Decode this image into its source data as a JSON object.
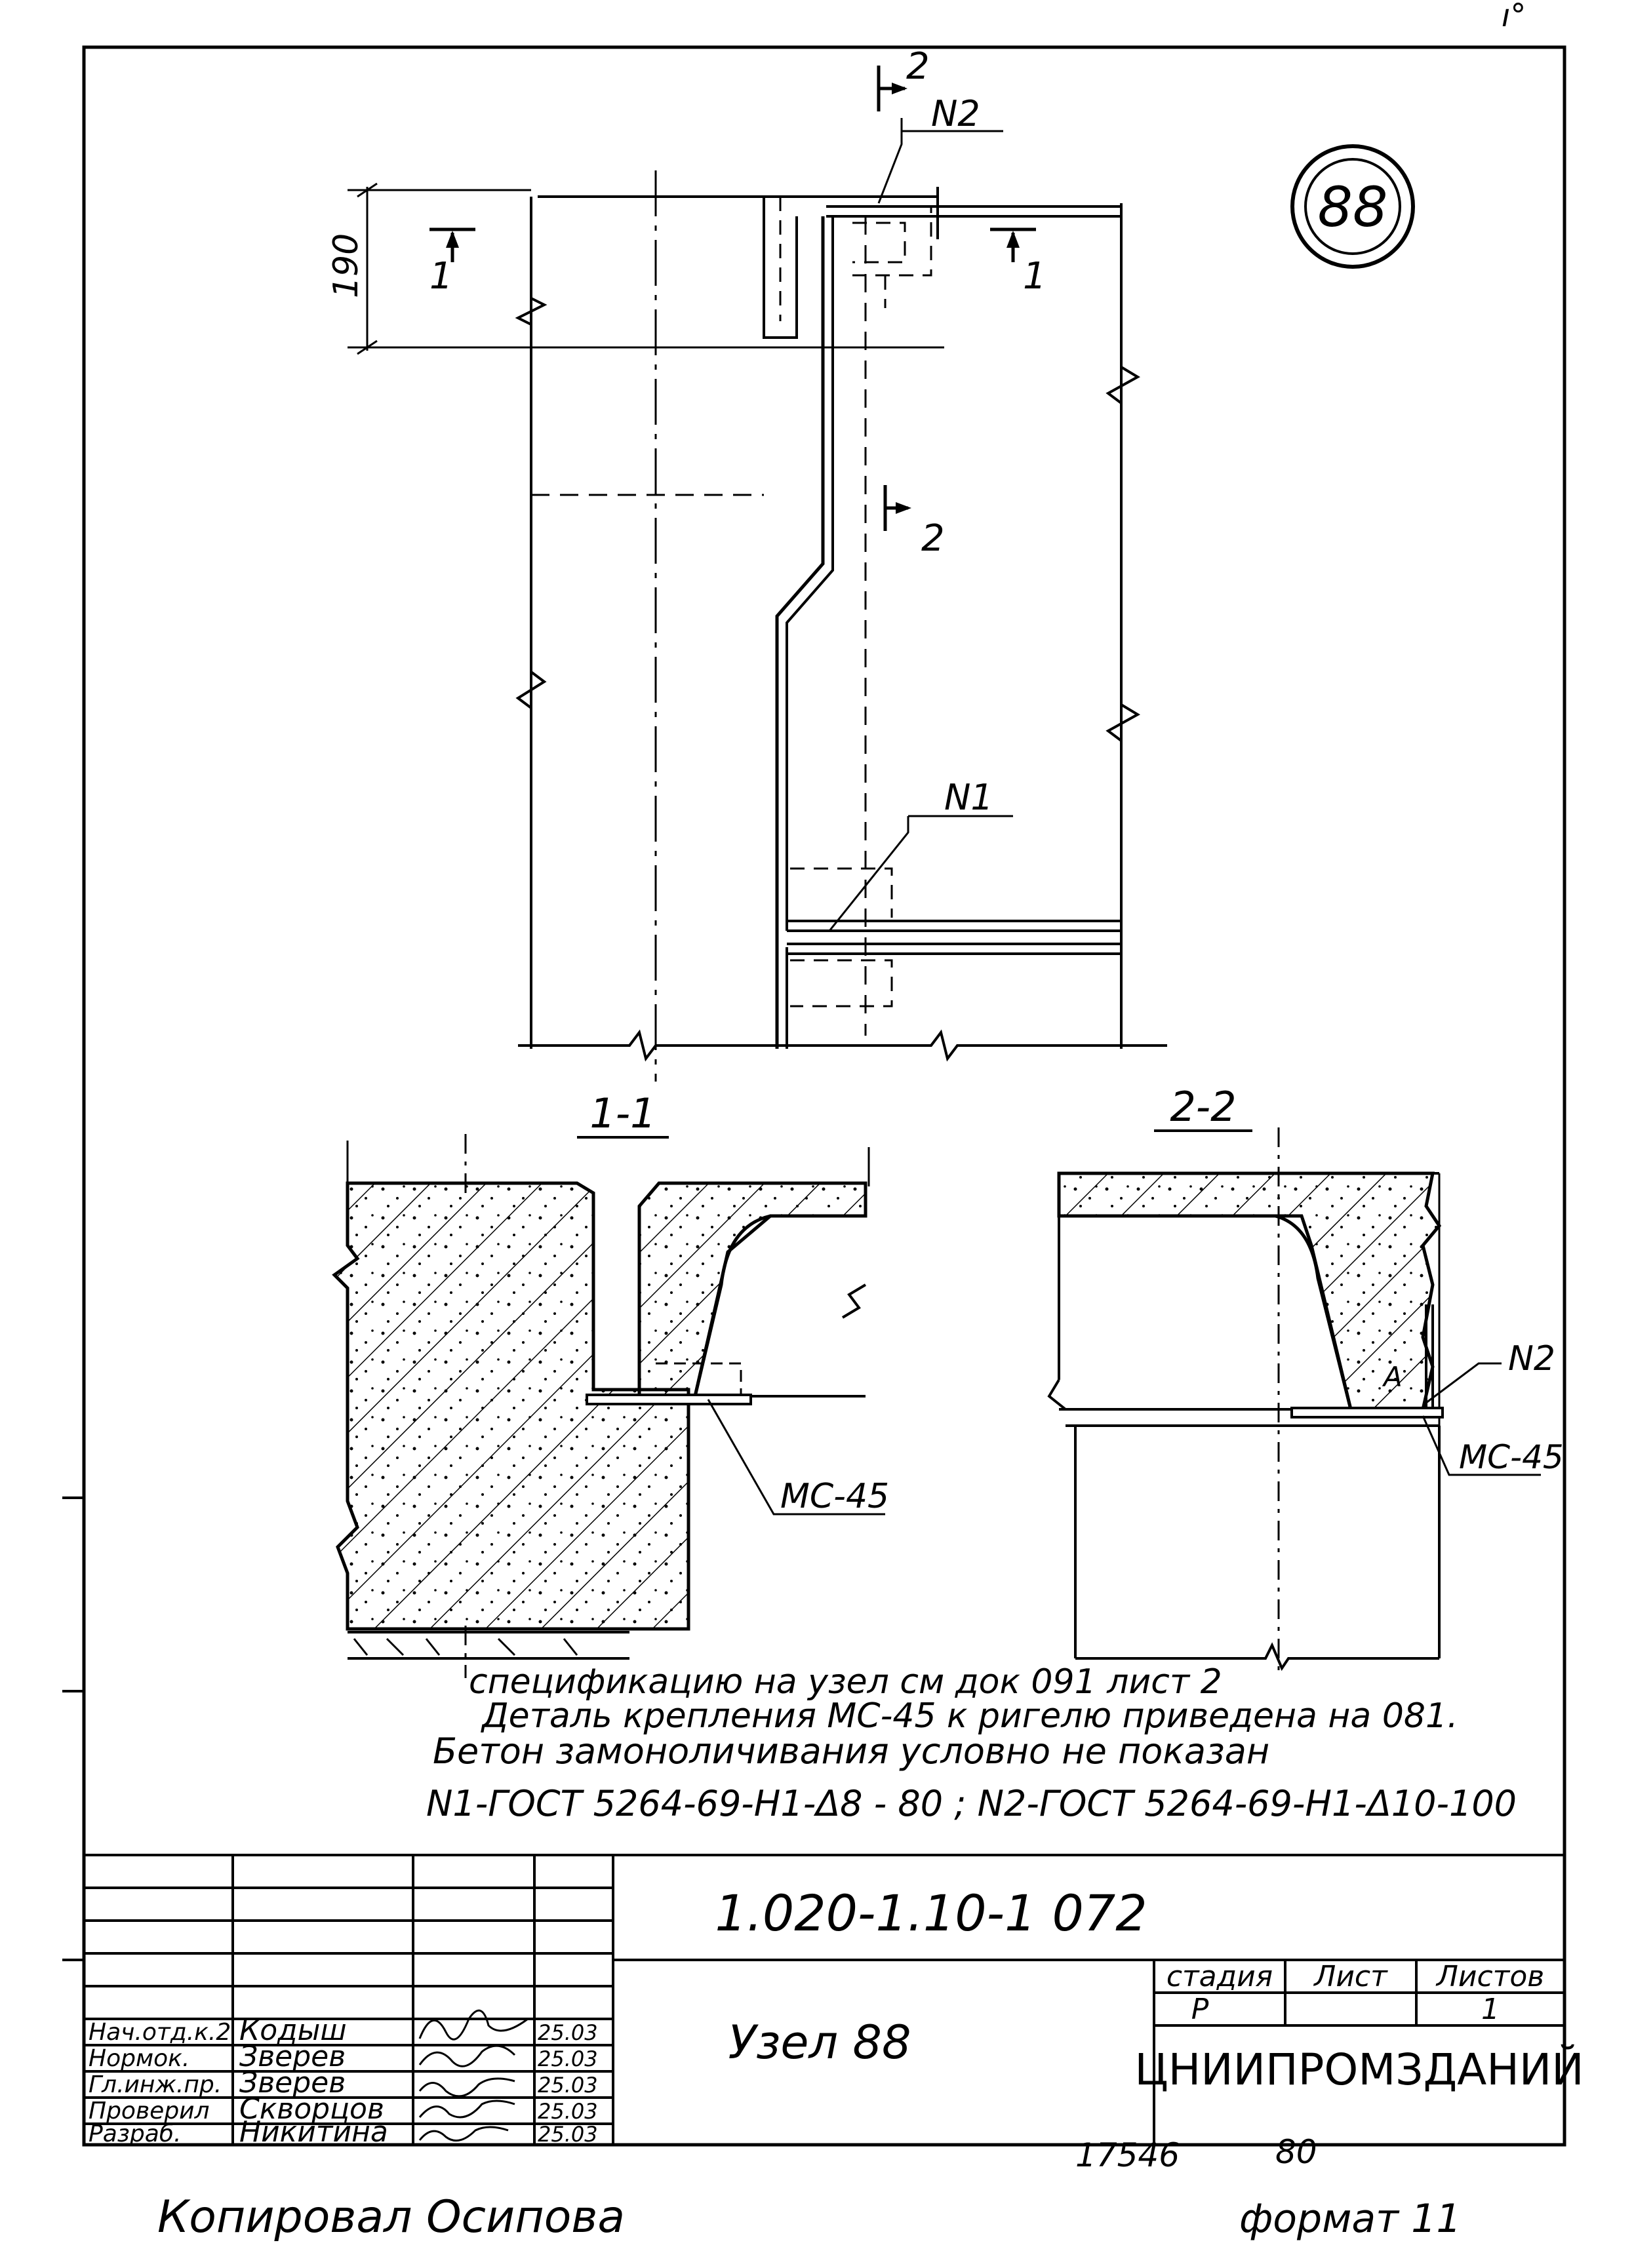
{
  "corner_mark": "ı°",
  "node_circle_label": "88",
  "dimension_190": "190",
  "section_marks": {
    "s1_left": "1",
    "s1_right": "1",
    "s2_top": "2",
    "s2_mid": "2"
  },
  "callouts": {
    "n2_top": "N2",
    "n1": "N1",
    "n2_section": "N2",
    "mc45_left": "MC-45",
    "mc45_right": "MC-45",
    "a_letter": "A"
  },
  "section_titles": {
    "s1": "1-1",
    "s2": "2-2"
  },
  "notes": [
    "спецификацию  на  узел см док 091 лист 2",
    "Деталь крепления   МС-45 к ригелю приведена на 081.",
    "Бетон  замоноличивания  условно  не  показан",
    "N1-ГОСТ 5264-69-Н1-Δ8 - 80 ; N2-ГОСТ 5264-69-Н1-Δ10-100"
  ],
  "title_block": {
    "doc_code": "1.020-1.10-1 072",
    "title": "Узел 88",
    "org": "ЦНИИПРОМЗДАНИЙ",
    "stage_header": "стадия",
    "sheet_header": "Лист",
    "sheets_header": "Листов",
    "stage_value": "Р",
    "sheet_value": "",
    "sheets_value": "1",
    "staff": [
      {
        "role": "Нач.отд.к.2",
        "name": "Кодыш",
        "date": "25.03"
      },
      {
        "role": "Нормок.",
        "name": "Зверев",
        "date": "25.03"
      },
      {
        "role": "Гл.инж.пр.",
        "name": "Зверев",
        "date": "25.03"
      },
      {
        "role": "Проверил",
        "name": "Скворцов",
        "date": "25.03"
      },
      {
        "role": "Разраб.",
        "name": "Никитина",
        "date": "25.03"
      }
    ]
  },
  "footer": {
    "copied_by": "Копировал  Осипова",
    "number": "17546",
    "number_2": "80",
    "format": "формат 11"
  }
}
